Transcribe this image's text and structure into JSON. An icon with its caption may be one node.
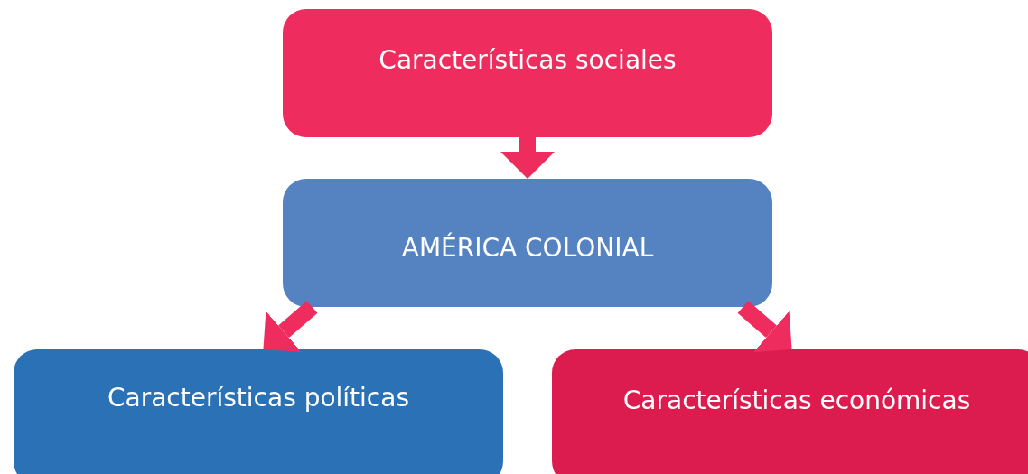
{
  "diagram": {
    "nodes": [
      {
        "text": [
          "Características sociales"
        ]
      },
      {
        "text": [
          "AMÉRICA COLONIAL"
        ]
      },
      {
        "text": [
          "Características políticas"
        ]
      },
      {
        "text": [
          "Características económicas"
        ]
      }
    ],
    "edges": [
      {
        "from": 0,
        "to": 1,
        "arrow": "to"
      },
      {
        "from": 1,
        "to": 2,
        "arrow": "to"
      },
      {
        "from": 1,
        "to": 3,
        "arrow": "to"
      }
    ]
  }
}
